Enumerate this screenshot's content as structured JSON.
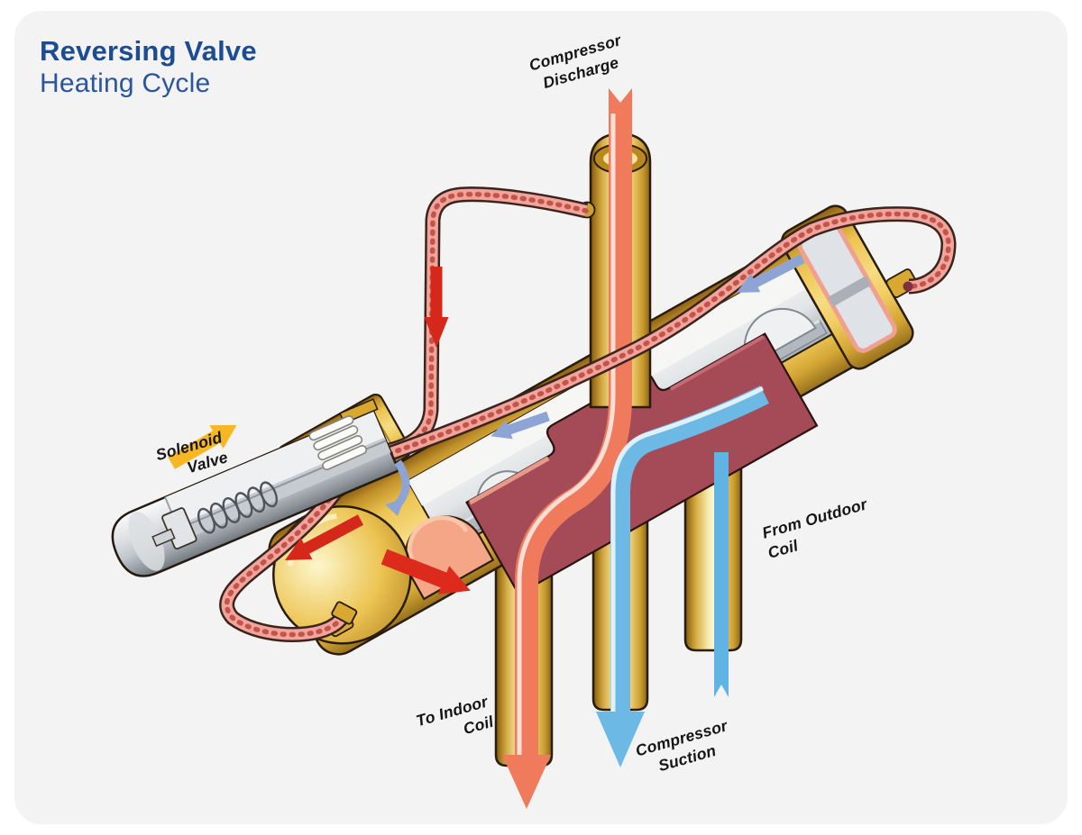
{
  "title": {
    "line1": "Reversing Valve",
    "line2": "Heating Cycle"
  },
  "labels": {
    "compressor_discharge": {
      "line1": "Compressor",
      "line2": "Discharge"
    },
    "solenoid_valve": {
      "line1": "Solenoid",
      "line2": "Valve"
    },
    "from_outdoor_coil": {
      "line1": "From Outdoor",
      "line2": "Coil"
    },
    "to_indoor_coil": {
      "line1": "To Indoor",
      "line2": "Coil"
    },
    "compressor_suction": {
      "line1": "Compressor",
      "line2": "Suction"
    }
  },
  "colors": {
    "panel_background": "#f2f3f2",
    "title_blue_bold": "#1d4c92",
    "title_blue_light": "#2b559d",
    "brass_gold": "#ecc452",
    "brass_dark": "#96701c",
    "capillary_salmon": "#f0a49b",
    "capillary_chevron": "#c4544a",
    "hot_flow_red": "#e8543a",
    "hot_ribbon_salmon": "#ef7b5c",
    "cold_flow_blue": "#6cb9e6",
    "pilot_arrow_periwinkle": "#8da4d4",
    "solenoid_arrow_yellow": "#f6b723",
    "valve_section_maroon": "#a54a57",
    "slider_silver": "#d9dcdf",
    "label_black": "#151515"
  },
  "icons": {
    "hot_down_arrow": {
      "name": "red-arrow-down",
      "color": "#d6281a"
    },
    "hot_left_arrow": {
      "name": "red-arrow-down-left",
      "color": "#d6281a"
    },
    "hot_into_valve_arrow": {
      "name": "red-arrow-right",
      "color": "#dc2b1c"
    },
    "pilot_left_arrow_right_end": {
      "name": "periwinkle-arrow-left",
      "color": "#8da4d4"
    },
    "pilot_left_arrow_mid": {
      "name": "periwinkle-arrow-left",
      "color": "#8da4d4"
    },
    "pilot_curved_arrow": {
      "name": "periwinkle-curved-arrow-down",
      "color": "#8da4d4"
    },
    "solenoid_arrow": {
      "name": "yellow-arrow-up-right",
      "color": "#f6b723"
    },
    "discharge_ribbon": {
      "name": "hot-gas-ribbon-down",
      "color": "#ef7b5c"
    },
    "indoor_ribbon": {
      "name": "hot-gas-arrow-down",
      "color": "#ef7b5c"
    },
    "suction_ribbon": {
      "name": "cold-gas-arrow-down",
      "color": "#6cb9e6"
    },
    "outdoor_ribbon": {
      "name": "cold-gas-ribbon-up",
      "color": "#5fb4e4"
    }
  }
}
